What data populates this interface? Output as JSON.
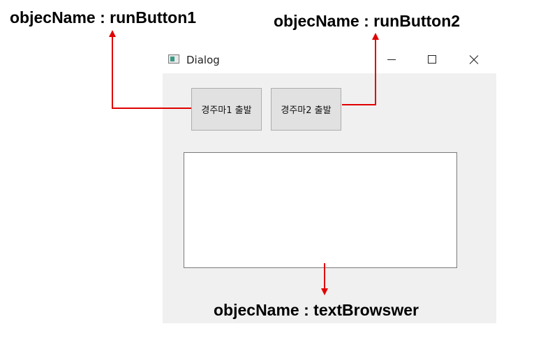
{
  "annotations": {
    "run_button1": "objecName : runButton1",
    "run_button2": "objecName : runButton2",
    "text_browser": "objecName : textBrowswer"
  },
  "window": {
    "title": "Dialog",
    "minimize_icon": "minimize-icon",
    "maximize_icon": "maximize-icon",
    "close_icon": "close-icon"
  },
  "dialog": {
    "run_button1_label": "경주마1 출발",
    "run_button2_label": "경주마2 출발",
    "text_browser_value": ""
  },
  "colors": {
    "arrow": "#e00000",
    "client_background": "#f0f0f0",
    "button_background": "#e1e1e1"
  }
}
